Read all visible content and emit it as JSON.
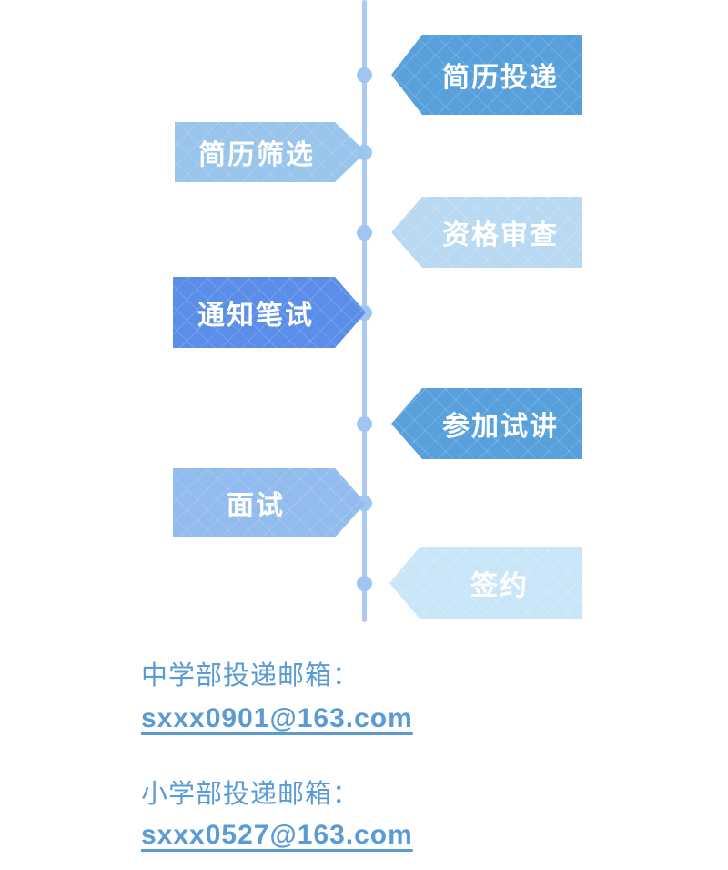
{
  "page": {
    "background_color": "#ffffff"
  },
  "timeline": {
    "line_color": "#a9caf3",
    "dot_color": "#9fc6f3",
    "steps": [
      {
        "label": "简历投递",
        "side": "right",
        "color": "#57a0dc",
        "text_color": "#ffffff"
      },
      {
        "label": "简历筛选",
        "side": "left",
        "color": "#99c4ec",
        "text_color": "#ffffff"
      },
      {
        "label": "资格审查",
        "side": "right",
        "color": "#b9d9f2",
        "text_color": "#ffffff"
      },
      {
        "label": "通知笔试",
        "side": "left",
        "color": "#5b8ee8",
        "text_color": "#ffffff"
      },
      {
        "label": "参加试讲",
        "side": "right",
        "color": "#57a0dc",
        "text_color": "#ffffff"
      },
      {
        "label": "面试",
        "side": "left",
        "color": "#92bbee",
        "text_color": "#ffffff"
      },
      {
        "label": "签约",
        "side": "right",
        "color": "#c9e6f9",
        "text_color": "#ffffff"
      }
    ]
  },
  "contact": {
    "text_color": "#5b9bd5",
    "middle_school_label": "中学部投递邮箱：",
    "middle_school_email": "sxxx0901@163.com",
    "primary_school_label": "小学部投递邮箱：",
    "primary_school_email": "sxxx0527@163.com"
  }
}
